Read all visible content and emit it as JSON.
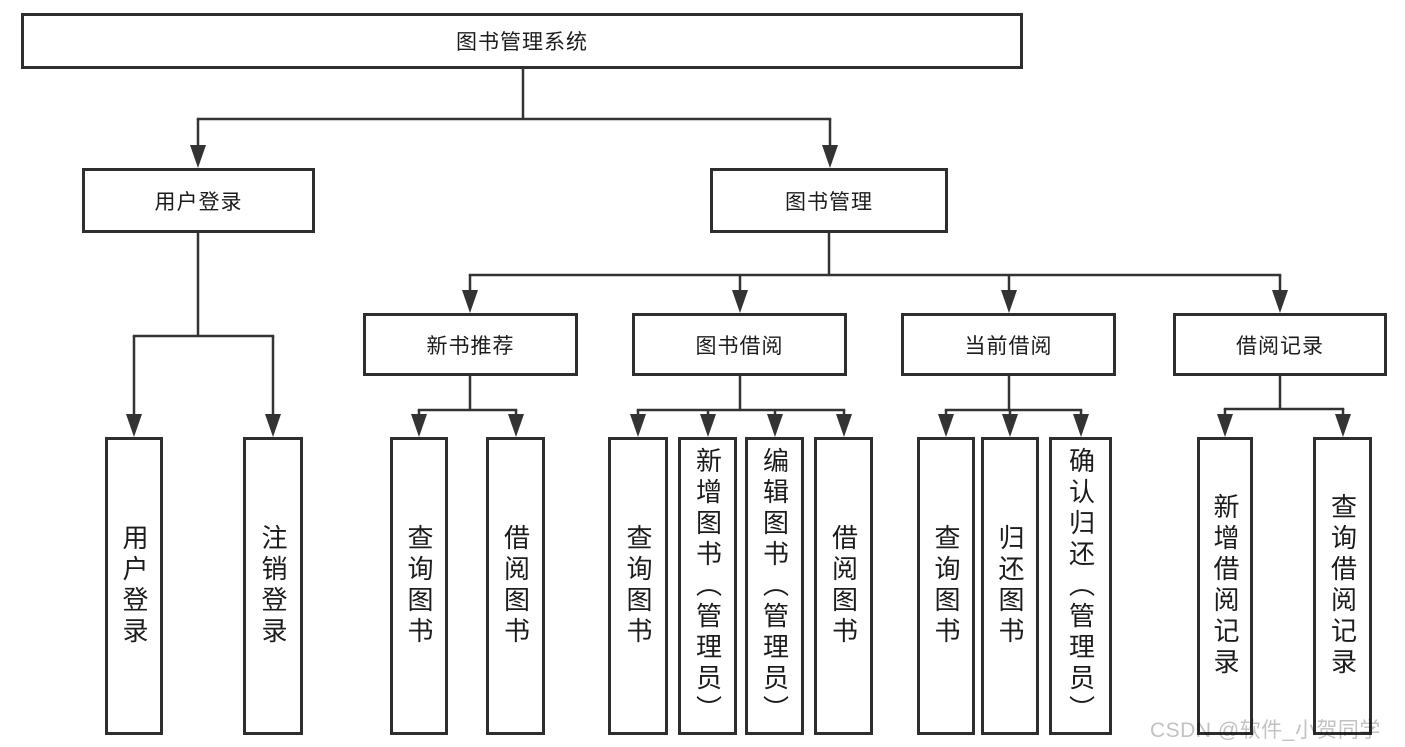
{
  "diagram": {
    "root": {
      "label": "图书管理系统"
    },
    "branches": [
      {
        "label": "用户登录",
        "children": [
          {
            "label": "用户登录"
          },
          {
            "label": "注销登录"
          }
        ]
      },
      {
        "label": "图书管理",
        "children": [
          {
            "label": "新书推荐",
            "children": [
              {
                "label": "查询图书"
              },
              {
                "label": "借阅图书"
              }
            ]
          },
          {
            "label": "图书借阅",
            "children": [
              {
                "label": "查询图书"
              },
              {
                "label": "新增图书（管理员）"
              },
              {
                "label": "编辑图书（管理员）"
              },
              {
                "label": "借阅图书"
              }
            ]
          },
          {
            "label": "当前借阅",
            "children": [
              {
                "label": "查询图书"
              },
              {
                "label": "归还图书"
              },
              {
                "label": "确认归还（管理员）"
              }
            ]
          },
          {
            "label": "借阅记录",
            "children": [
              {
                "label": "新增借阅记录"
              },
              {
                "label": "查询借阅记录"
              }
            ]
          }
        ]
      }
    ]
  },
  "watermark": {
    "text": "CSDN @软件_小贺同学"
  },
  "colors": {
    "border": "#2e2e2e",
    "line": "#333333",
    "text": "#1c1c1c",
    "background": "#ffffff",
    "watermark": "#c2c2c2"
  }
}
